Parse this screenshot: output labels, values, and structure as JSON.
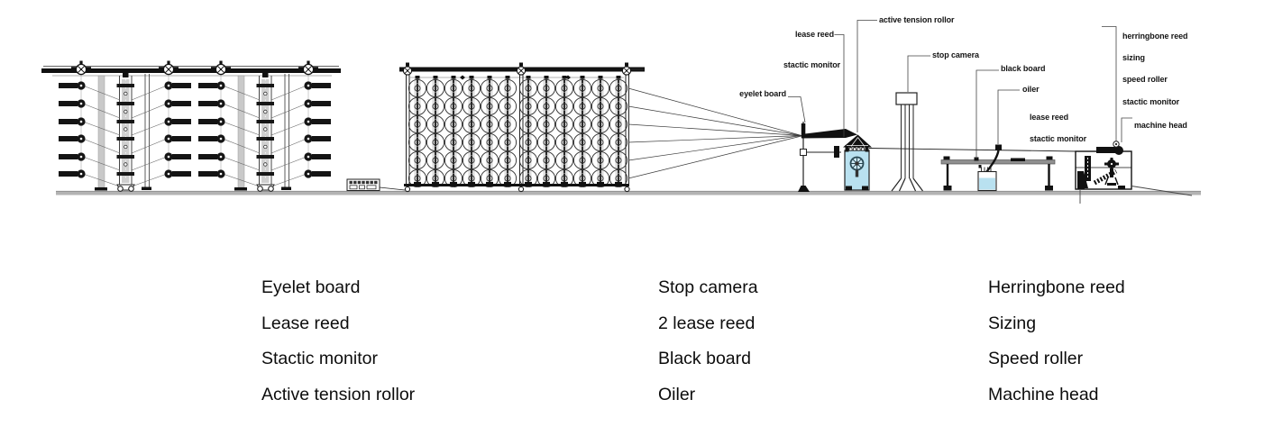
{
  "diagram": {
    "callouts": {
      "lease_reed": "lease reed",
      "active_tension_rollor": "active tension rollor",
      "stactic_monitor": "stactic monitor",
      "eyelet_board": "eyelet board",
      "stop_camera": "stop camera",
      "black_board": "black board",
      "oiler": "oiler",
      "lease_reed_2": "lease reed",
      "stactic_monitor_2": "stactic monitor",
      "herringbone_reed": "herringbone reed",
      "sizing": "sizing",
      "speed_roller": "speed roller",
      "stactic_monitor_3": "stactic monitor",
      "machine_head": "machine head"
    },
    "colors": {
      "machine_fill": "#b9e1f0",
      "wheel_fill": "#cfeaf6",
      "ground": "#b3b3b3",
      "table": "#8f8f8f"
    }
  },
  "legend": {
    "columns": [
      {
        "items": [
          "Eyelet board",
          "Lease reed",
          "Stactic monitor",
          "Active tension rollor"
        ]
      },
      {
        "items": [
          "Stop camera",
          "2 lease reed",
          "Black board",
          "Oiler"
        ]
      },
      {
        "items": [
          "Herringbone reed",
          "Sizing",
          "Speed roller",
          "Machine head"
        ]
      }
    ]
  }
}
